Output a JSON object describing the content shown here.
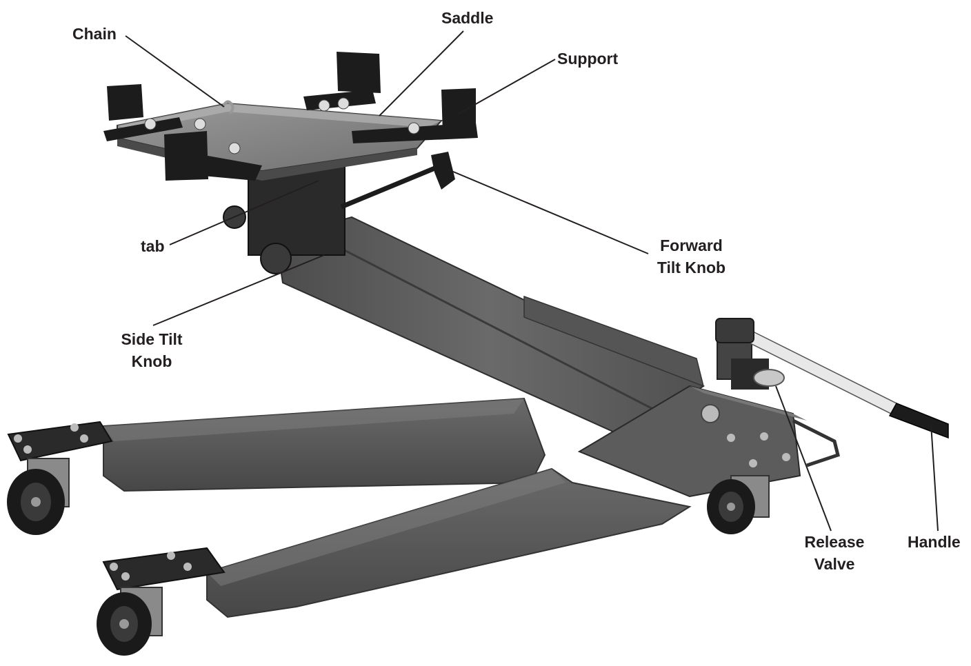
{
  "labels": {
    "chain": "Chain",
    "saddle": "Saddle",
    "support": "Support",
    "tab": "tab",
    "forward_tilt_knob": [
      "Forward",
      "Tilt Knob"
    ],
    "side_tilt_knob": [
      "Side Tilt",
      "Knob"
    ],
    "release_valve": [
      "Release",
      "Valve"
    ],
    "handle": "Handle"
  },
  "colors": {
    "frame": "#5a5a5a",
    "frame_dark": "#3a3a3a",
    "frame_light": "#777777",
    "plate": "#8e8e8e",
    "black_parts": "#1c1c1c",
    "handle_white": "#e8e8e8",
    "leader_line": "#231f20",
    "text": "#231f20"
  }
}
